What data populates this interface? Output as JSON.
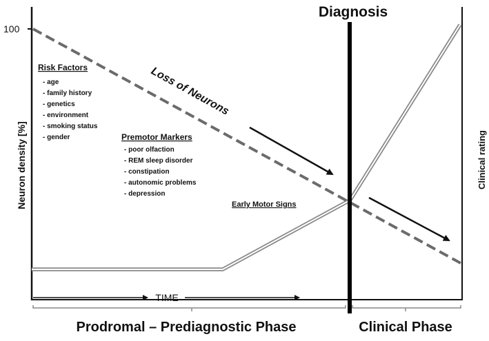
{
  "title": "Diagnosis",
  "y_axis_left": {
    "label": "Neuron density [%]",
    "tick_label": "100"
  },
  "y_axis_right": {
    "label": "Clinical rating"
  },
  "x_axis": {
    "label": "TIME"
  },
  "curves": {
    "neuron_loss_label": "Loss of Neurons",
    "clinical_curve_label": "Early Motor Signs"
  },
  "risk_factors": {
    "heading": "Risk Factors",
    "items": [
      "- age",
      "- family history",
      "- genetics",
      "- environment",
      "- smoking status",
      "- gender"
    ]
  },
  "premotor_markers": {
    "heading": "Premotor Markers",
    "items": [
      "- poor olfaction",
      "- REM sleep disorder",
      "- constipation",
      "- autonomic problems",
      "- depression"
    ]
  },
  "phases": {
    "prodromal": "Prodromal – Prediagnostic Phase",
    "clinical": "Clinical Phase"
  },
  "colors": {
    "neuron_line": "#6b6b6b",
    "clinical_line": "#a9a9a9",
    "axis": "#111111",
    "diagnosis_bar": "#000000"
  }
}
